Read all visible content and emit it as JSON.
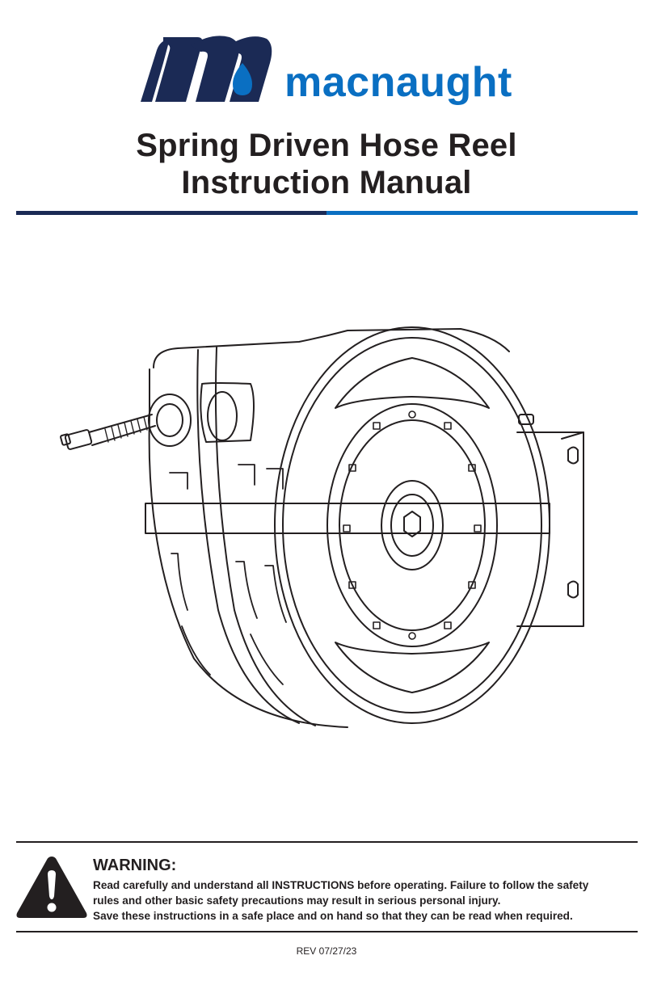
{
  "brand": {
    "name": "macnaught",
    "logo_icon": "macnaught-m-logo-icon",
    "primary_color": "#1b2a55",
    "accent_color": "#0a6fc2"
  },
  "title": {
    "line1": "Spring Driven Hose Reel",
    "line2": "Instruction Manual"
  },
  "divider": {
    "left_color": "#1b2a55",
    "right_color": "#0a6fc2"
  },
  "product_image": {
    "icon": "hose-reel-illustration"
  },
  "warning": {
    "icon": "warning-triangle-icon",
    "heading": "WARNING:",
    "lines": [
      "Read carefully and understand all INSTRUCTIONS before operating. Failure to follow the safety",
      "rules and other basic safety precautions may result in serious personal injury.",
      "Save these instructions in a safe place and on hand so that they can be read when required."
    ]
  },
  "revision": "REV 07/27/23"
}
